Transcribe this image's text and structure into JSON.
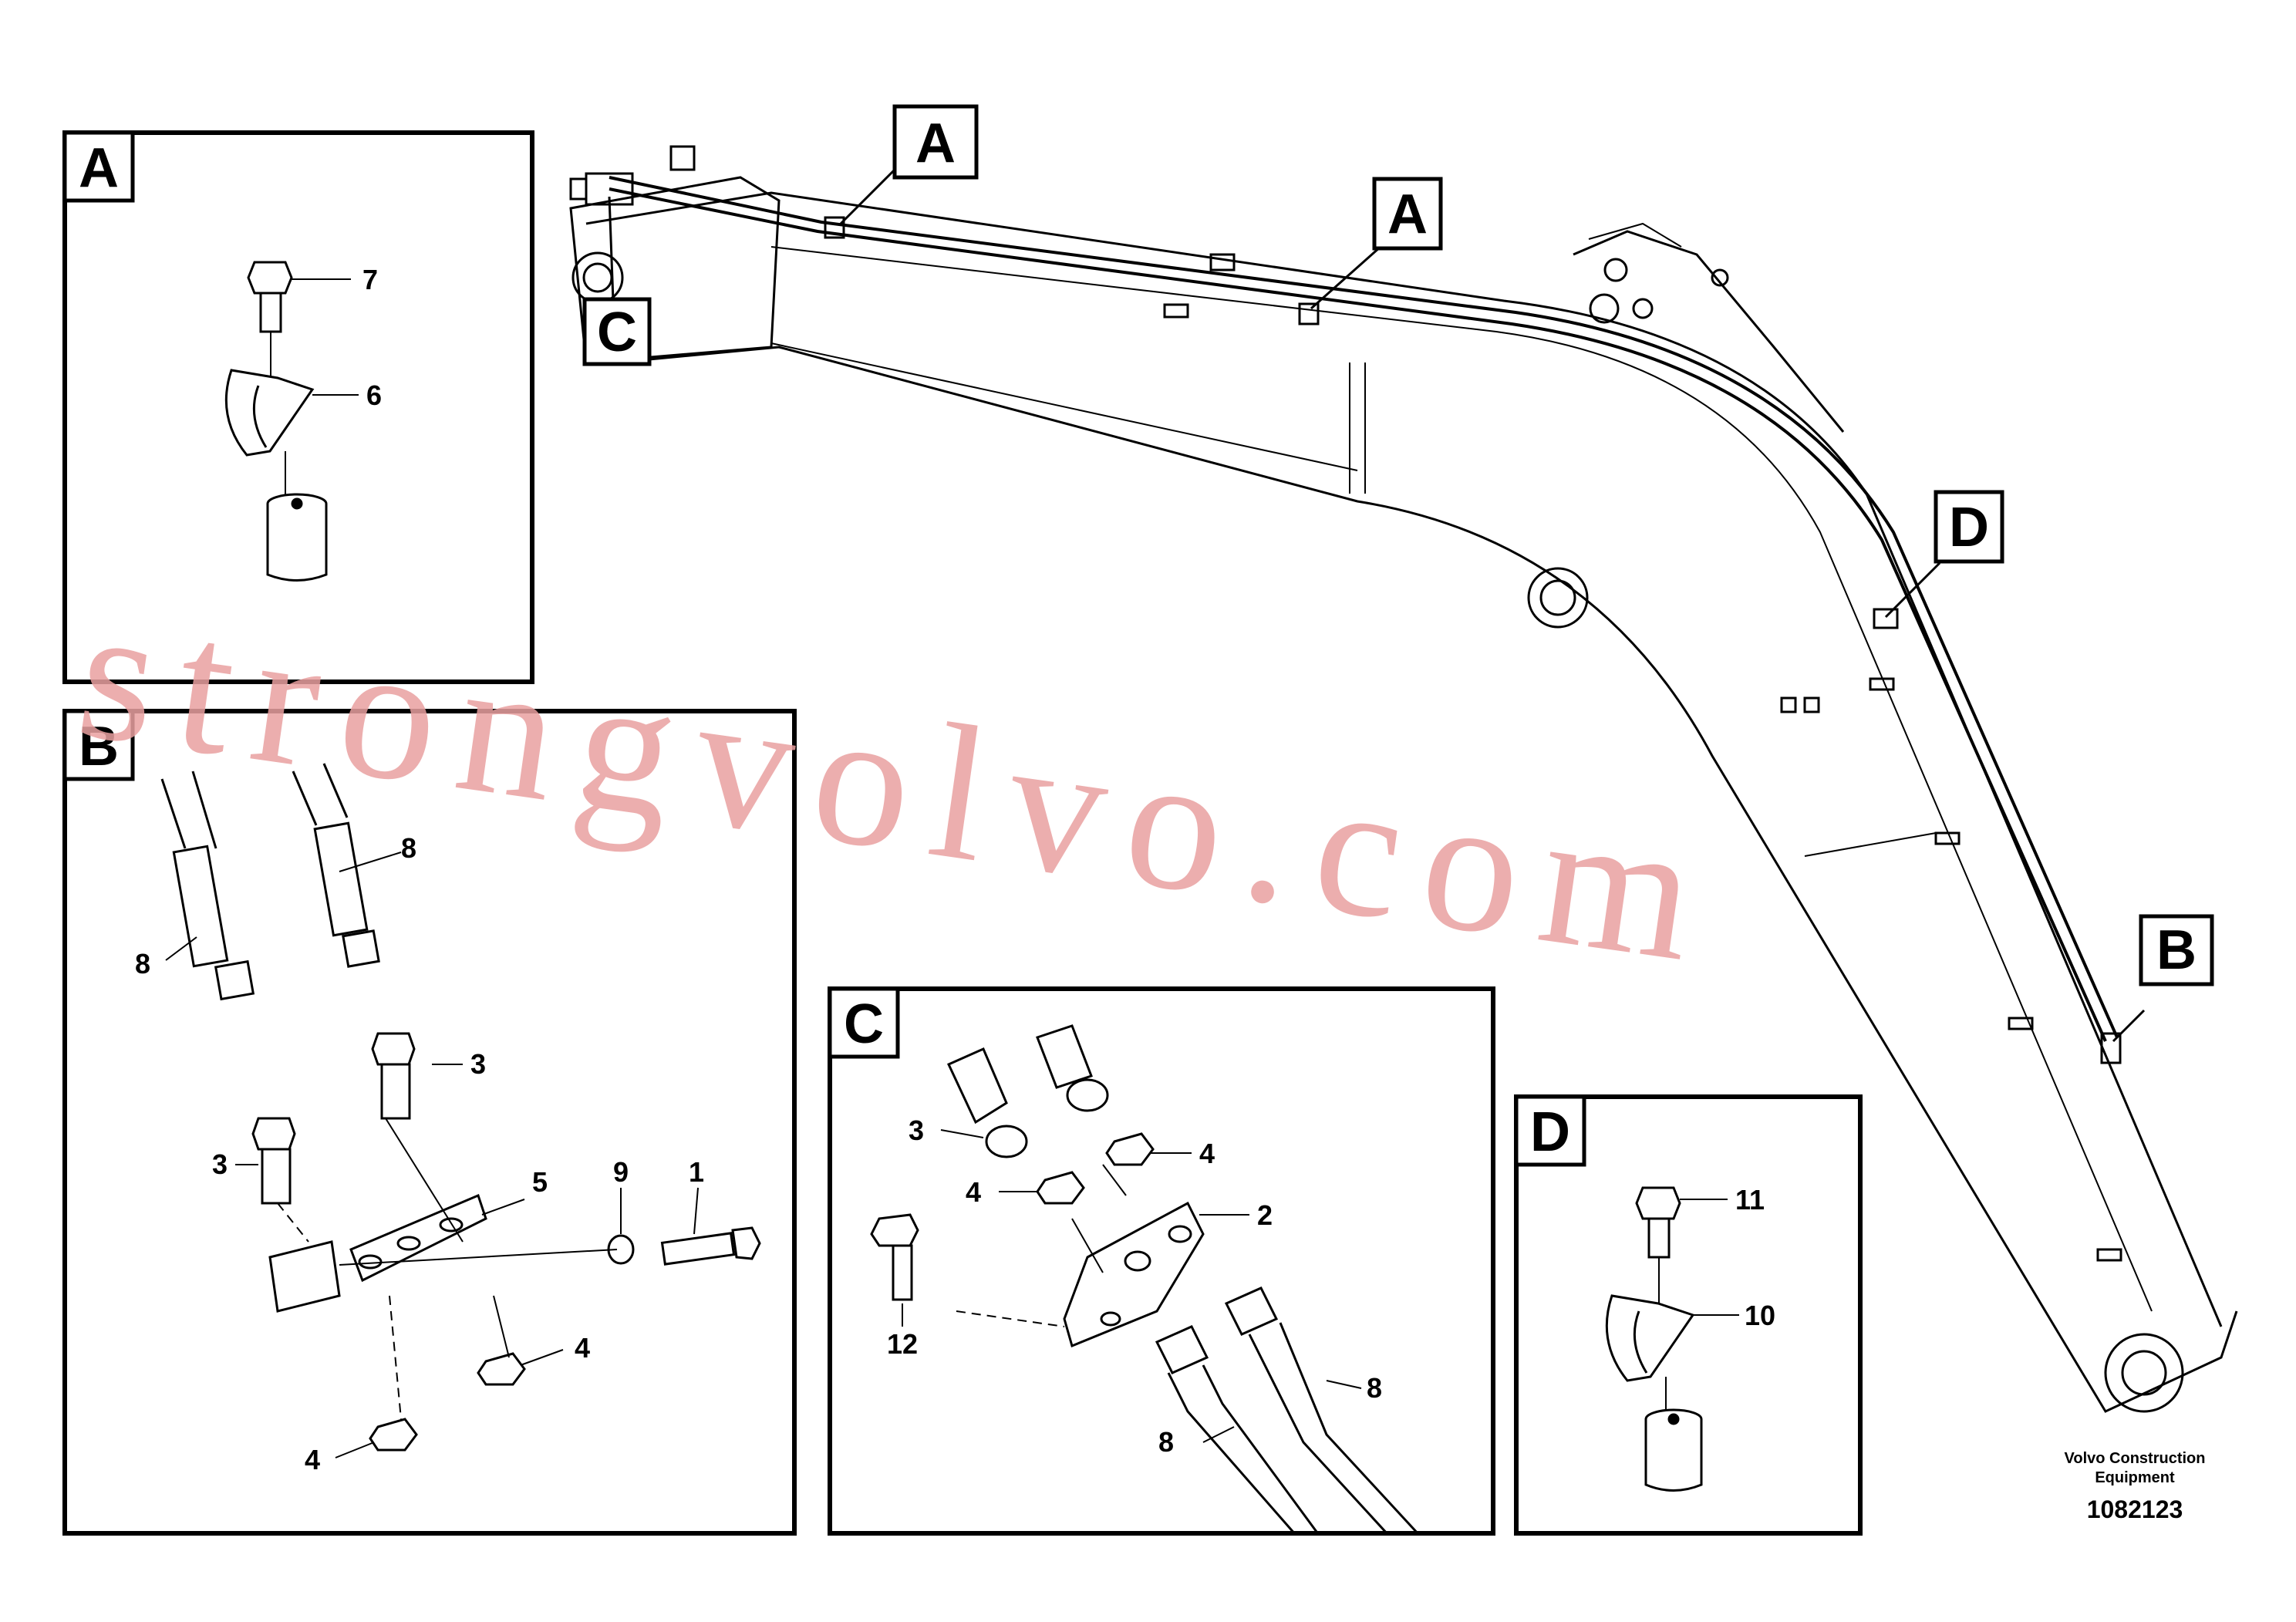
{
  "callouts": {
    "a1": "A",
    "a2": "A",
    "c": "C",
    "d": "D",
    "b": "B"
  },
  "detail_a": {
    "title": "A",
    "labels": [
      "7",
      "6"
    ]
  },
  "detail_b": {
    "title": "B",
    "labels": [
      "8",
      "8",
      "3",
      "3",
      "5",
      "9",
      "1",
      "4",
      "4"
    ]
  },
  "detail_c": {
    "title": "C",
    "labels": [
      "3",
      "4",
      "4",
      "2",
      "12",
      "8",
      "8"
    ]
  },
  "detail_d": {
    "title": "D",
    "labels": [
      "11",
      "10"
    ]
  },
  "footer": {
    "company_line1": "Volvo Construction",
    "company_line2": "Equipment",
    "doc_number": "1082123"
  },
  "watermark": "strongvolvo.com"
}
